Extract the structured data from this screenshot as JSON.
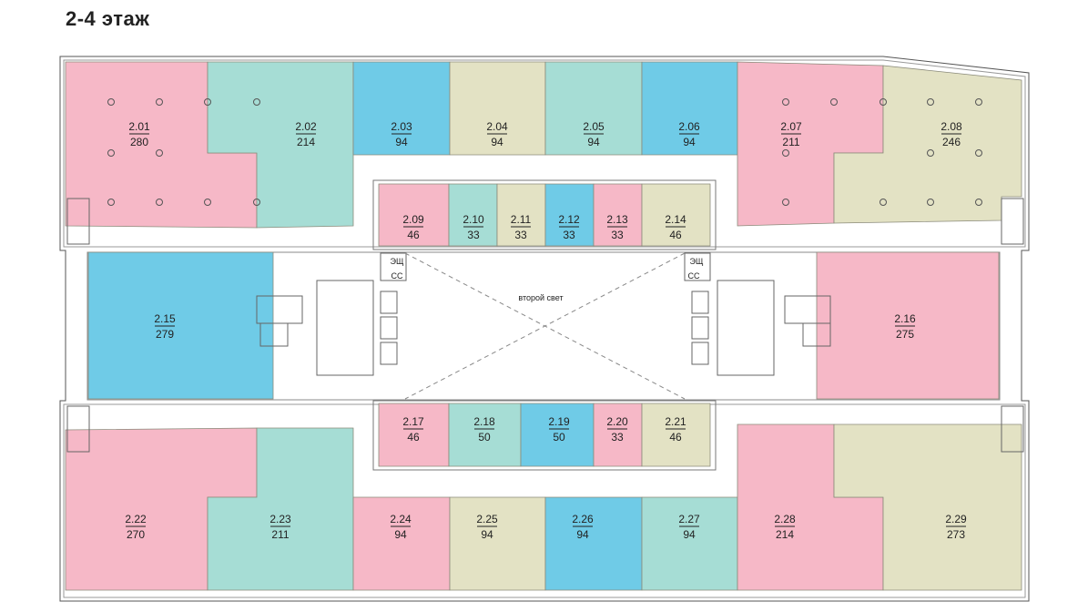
{
  "title": "2-4 этаж",
  "palette": {
    "pink": "#f6b8c7",
    "teal": "#a6ddd5",
    "blue": "#6fcbe7",
    "beige": "#e3e2c4"
  },
  "labels": {
    "second_light": "второй свет",
    "panel": "ЭЩ",
    "cc": "СС"
  },
  "rooms": [
    {
      "id": "2.01",
      "area": "280",
      "color": "pink"
    },
    {
      "id": "2.02",
      "area": "214",
      "color": "teal"
    },
    {
      "id": "2.03",
      "area": "94",
      "color": "blue"
    },
    {
      "id": "2.04",
      "area": "94",
      "color": "beige"
    },
    {
      "id": "2.05",
      "area": "94",
      "color": "teal"
    },
    {
      "id": "2.06",
      "area": "94",
      "color": "blue"
    },
    {
      "id": "2.07",
      "area": "211",
      "color": "pink"
    },
    {
      "id": "2.08",
      "area": "246",
      "color": "beige"
    },
    {
      "id": "2.09",
      "area": "46",
      "color": "pink"
    },
    {
      "id": "2.10",
      "area": "33",
      "color": "teal"
    },
    {
      "id": "2.11",
      "area": "33",
      "color": "beige"
    },
    {
      "id": "2.12",
      "area": "33",
      "color": "blue"
    },
    {
      "id": "2.13",
      "area": "33",
      "color": "pink"
    },
    {
      "id": "2.14",
      "area": "46",
      "color": "beige"
    },
    {
      "id": "2.15",
      "area": "279",
      "color": "blue"
    },
    {
      "id": "2.16",
      "area": "275",
      "color": "pink"
    },
    {
      "id": "2.17",
      "area": "46",
      "color": "pink"
    },
    {
      "id": "2.18",
      "area": "50",
      "color": "teal"
    },
    {
      "id": "2.19",
      "area": "50",
      "color": "blue"
    },
    {
      "id": "2.20",
      "area": "33",
      "color": "pink"
    },
    {
      "id": "2.21",
      "area": "46",
      "color": "beige"
    },
    {
      "id": "2.22",
      "area": "270",
      "color": "pink"
    },
    {
      "id": "2.23",
      "area": "211",
      "color": "teal"
    },
    {
      "id": "2.24",
      "area": "94",
      "color": "pink"
    },
    {
      "id": "2.25",
      "area": "94",
      "color": "beige"
    },
    {
      "id": "2.26",
      "area": "94",
      "color": "blue"
    },
    {
      "id": "2.27",
      "area": "94",
      "color": "teal"
    },
    {
      "id": "2.28",
      "area": "214",
      "color": "pink"
    },
    {
      "id": "2.29",
      "area": "273",
      "color": "beige"
    }
  ]
}
